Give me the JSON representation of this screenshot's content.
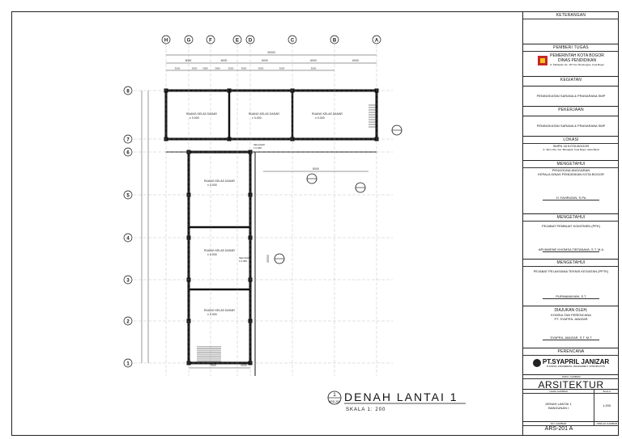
{
  "title_block": {
    "keterangan": "KETERANGAN",
    "pemberi_tugas_label": "PEMBERI TUGAS",
    "owner_line1": "PEMERINTAH KOTA BOGOR",
    "owner_line2": "DINAS PENDIDIKAN",
    "owner_address": "Jl. Pahlawan No. 167 Kel. Bondongan, Kota Bogor",
    "kegiatan_label": "KEGIATAN",
    "kegiatan_value": "PENINGKATAN SARANA & PRASARANA SMP",
    "pekerjaan_label": "PEKERJAAN",
    "pekerjaan_value": "PENINGKATAN SARANA & PRASARANA SMP",
    "lokasi_label": "LOKASI",
    "lokasi_value": "SMPN 18 KOTA BOGOR",
    "lokasi_address": "Jl. Jati Luhur, Kel. Bantarjati, Kota Bogor Jawa Barat",
    "mengetahui1_label": "MENGETAHUI",
    "mengetahui1_value1": "PENGGUNA ANGGARAN",
    "mengetahui1_value2": "KEPALA DINAS PENDIDIKAN KOTA BOGOR",
    "mengetahui1_name": "H. FAHRUDIN, S.Pd",
    "mengetahui2_label": "MENGETAHUI",
    "mengetahui2_value": "PEJABAT PEMBUAT KOMITMEN (PPK)",
    "mengetahui2_name": "ARYAWENE KHOMSA TIBTANAVA, S.T. M.A",
    "mengetahui3_label": "MENGETAHUI",
    "mengetahui3_value": "PEJABAT PELAKSANA TEKNIS KEGIATAN (PPTK)",
    "mengetahui3_name": "PURNAMAYANI, S.T",
    "diajukan_label": "DIAJUKAN OLEH,",
    "diajukan_value1": "KONSULTAN PERENCANA",
    "diajukan_value2": "PT. SYAPRIL JANIZAR",
    "diajukan_name": "SYAPRIL JANIZAR, S.T. M.T",
    "perencana_label": "PERENCANA",
    "perencana_company": "PT.SYAPRIL JANIZAR",
    "perencana_tagline": "PLANNING, ENGINEERING, MANAGEMENT, CONSTRUCTION",
    "judul_label": "JUDUL GAMBAR",
    "discipline": "ARSITEKTUR",
    "nama_gambar_label": "NAMA GAMBAR",
    "skala_label": "SKALA",
    "nama_gambar_value1": "DENAH LANTAI 1",
    "nama_gambar_value2": "BANGUNAN I",
    "skala_value": "1:200",
    "no_gambar_label": "NO. GAMBAR",
    "jumlah_label": "JUMLAH GAMBAR",
    "drawing_number": "ARS-201 A"
  },
  "plan": {
    "title": "DENAH LANTAI 1",
    "scale": "SKALA 1: 200",
    "ref_number": "1",
    "ref_sheet": "ARS-201",
    "grid_top": [
      "H",
      "G",
      "F",
      "E",
      "D",
      "C",
      "B",
      "A"
    ],
    "grid_left": [
      "8",
      "7",
      "6",
      "5",
      "4",
      "3",
      "2",
      "1"
    ],
    "dim_overall": "30000",
    "dim_row1": [
      "6000",
      "6000",
      "6000",
      "6000",
      "6000"
    ],
    "dim_row2": [
      "3000",
      "3000",
      "3000",
      "3000",
      "3000",
      "3000",
      "3000",
      "3000",
      "3000"
    ],
    "dim_bottom": [
      "7500",
      "2000"
    ],
    "dim_right_corridor": "30000",
    "dim_mid": "8000",
    "rooms": [
      {
        "name": "RUANG KELAS DASAR",
        "level": "± 0.000"
      },
      {
        "name": "RUANG KELAS DASAR",
        "level": "± 0.000"
      },
      {
        "name": "RUANG KELAS DASAR",
        "level": "± 0.000"
      },
      {
        "name": "RUANG KELAS DASAR",
        "level": "± 0.000"
      },
      {
        "name": "RUANG KELAS DASAR",
        "level": "± 0.000"
      },
      {
        "name": "RUANG KELAS DASAR",
        "level": "± 0.000"
      }
    ],
    "corridor_label": "SELASAR",
    "corridor_level": "± 0.050"
  }
}
